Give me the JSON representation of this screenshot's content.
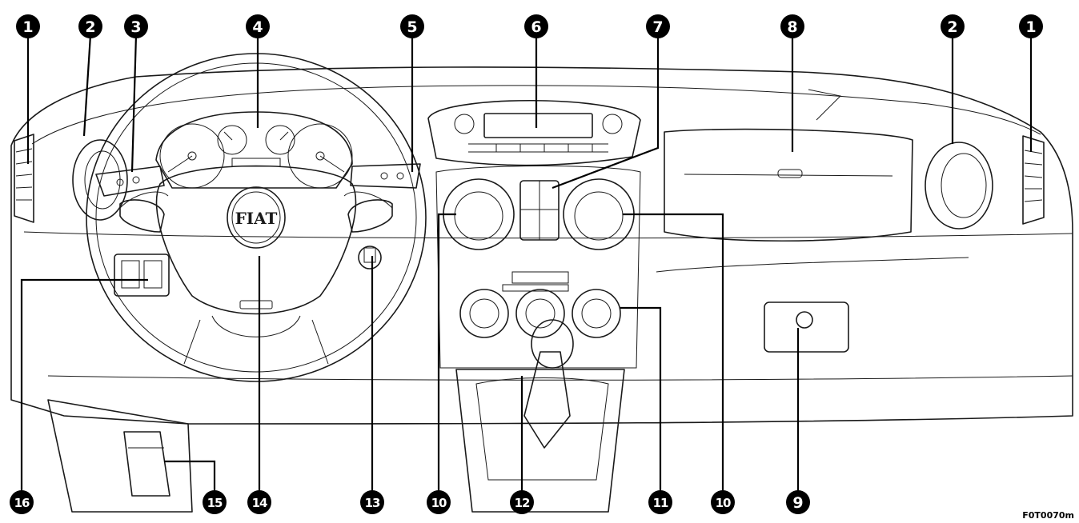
{
  "callouts": [
    {
      "id": "callout-1-left",
      "label": "1"
    },
    {
      "id": "callout-2-left",
      "label": "2"
    },
    {
      "id": "callout-3",
      "label": "3"
    },
    {
      "id": "callout-4",
      "label": "4"
    },
    {
      "id": "callout-5",
      "label": "5"
    },
    {
      "id": "callout-6",
      "label": "6"
    },
    {
      "id": "callout-7",
      "label": "7"
    },
    {
      "id": "callout-8",
      "label": "8"
    },
    {
      "id": "callout-2-right",
      "label": "2"
    },
    {
      "id": "callout-1-right",
      "label": "1"
    },
    {
      "id": "callout-16",
      "label": "16"
    },
    {
      "id": "callout-15",
      "label": "15"
    },
    {
      "id": "callout-14",
      "label": "14"
    },
    {
      "id": "callout-13",
      "label": "13"
    },
    {
      "id": "callout-10-left",
      "label": "10"
    },
    {
      "id": "callout-12",
      "label": "12"
    },
    {
      "id": "callout-11",
      "label": "11"
    },
    {
      "id": "callout-10-right",
      "label": "10"
    },
    {
      "id": "callout-9",
      "label": "9"
    }
  ],
  "logo_text": "FIAT",
  "figure_code": "F0T0070m",
  "colors": {
    "fill": "#e6e6e6",
    "line": "#1a1a1a",
    "badge": "#000000"
  }
}
